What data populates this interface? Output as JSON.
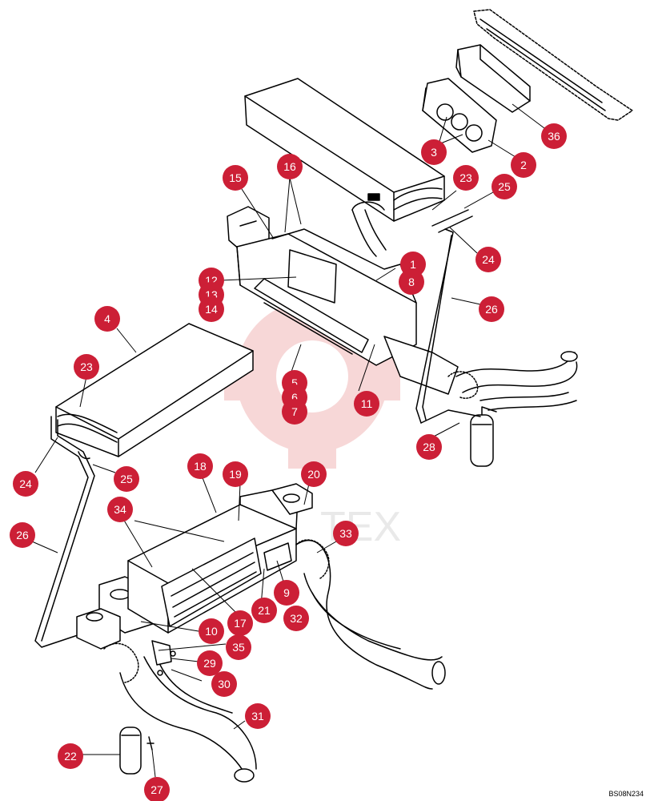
{
  "diagram": {
    "watermark_text": "TEX",
    "reference_code": "BS08N234",
    "callout_color": "#cc1f36",
    "callouts": [
      {
        "id": "c36",
        "label": "36"
      },
      {
        "id": "c3",
        "label": "3"
      },
      {
        "id": "c2",
        "label": "2"
      },
      {
        "id": "c16",
        "label": "16"
      },
      {
        "id": "c15",
        "label": "15"
      },
      {
        "id": "c23a",
        "label": "23"
      },
      {
        "id": "c25a",
        "label": "25"
      },
      {
        "id": "c1",
        "label": "1"
      },
      {
        "id": "c8",
        "label": "8"
      },
      {
        "id": "c24a",
        "label": "24"
      },
      {
        "id": "c12",
        "label": "12"
      },
      {
        "id": "c13",
        "label": "13"
      },
      {
        "id": "c14",
        "label": "14"
      },
      {
        "id": "c26a",
        "label": "26"
      },
      {
        "id": "c4",
        "label": "4"
      },
      {
        "id": "c5",
        "label": "5"
      },
      {
        "id": "c6",
        "label": "6"
      },
      {
        "id": "c7",
        "label": "7"
      },
      {
        "id": "c11",
        "label": "11"
      },
      {
        "id": "c23b",
        "label": "23"
      },
      {
        "id": "c28",
        "label": "28"
      },
      {
        "id": "c24b",
        "label": "24"
      },
      {
        "id": "c25b",
        "label": "25"
      },
      {
        "id": "c18",
        "label": "18"
      },
      {
        "id": "c19",
        "label": "19"
      },
      {
        "id": "c20",
        "label": "20"
      },
      {
        "id": "c34",
        "label": "34"
      },
      {
        "id": "c33",
        "label": "33"
      },
      {
        "id": "c26b",
        "label": "26"
      },
      {
        "id": "c9",
        "label": "9"
      },
      {
        "id": "c21",
        "label": "21"
      },
      {
        "id": "c32",
        "label": "32"
      },
      {
        "id": "c17",
        "label": "17"
      },
      {
        "id": "c10",
        "label": "10"
      },
      {
        "id": "c35",
        "label": "35"
      },
      {
        "id": "c29",
        "label": "29"
      },
      {
        "id": "c30",
        "label": "30"
      },
      {
        "id": "c31",
        "label": "31"
      },
      {
        "id": "c22",
        "label": "22"
      },
      {
        "id": "c27",
        "label": "27"
      }
    ]
  }
}
